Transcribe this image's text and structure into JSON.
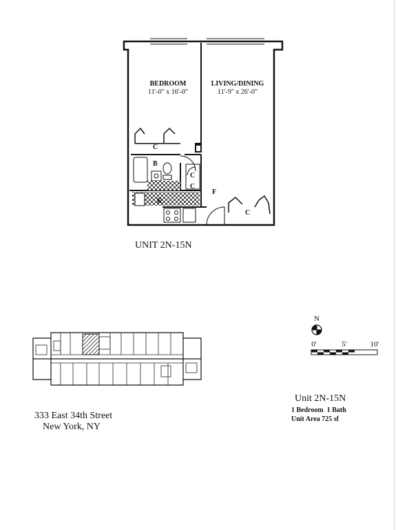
{
  "floorplan": {
    "rooms": [
      {
        "name": "BEDROOM",
        "dims": "11'-0\" x 16'-0\""
      },
      {
        "name": "LIVING/DINING",
        "dims": "11'-9\" x 26'-0\""
      }
    ],
    "labels": {
      "closet": "C",
      "bath": "B",
      "kitchen": "K",
      "foyer": "F"
    }
  },
  "unit_caption": "UNIT 2N-15N",
  "address": {
    "street": "333 East 34th Street",
    "city": "New York, NY"
  },
  "compass": {
    "north": "N"
  },
  "scale": {
    "ticks": [
      "0'",
      "5'",
      "10'"
    ]
  },
  "unit_info": {
    "title": "Unit 2N-15N",
    "beds_baths": "1 Bedroom  1 Bath",
    "area": "Unit Area 725 sf"
  }
}
